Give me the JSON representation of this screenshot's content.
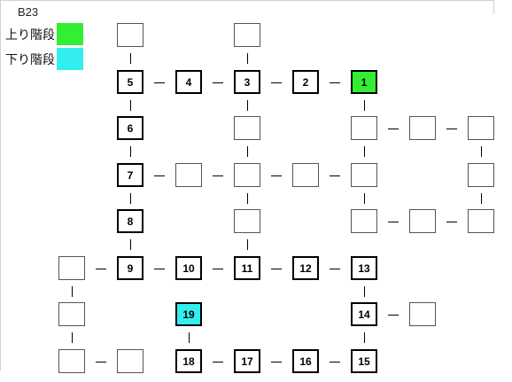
{
  "floor": "B23",
  "legend": [
    {
      "label": "上り階段",
      "color": "#33ee33"
    },
    {
      "label": "下り階段",
      "color": "#33eeee"
    }
  ],
  "colors": {
    "up": "#33ee33",
    "down": "#33eeee"
  },
  "cells": [
    {
      "id": "a",
      "col": 1,
      "row": 0,
      "label": ""
    },
    {
      "id": "b",
      "col": 3,
      "row": 0,
      "label": ""
    },
    {
      "id": "c1",
      "col": 1,
      "row": 1,
      "label": "5"
    },
    {
      "id": "c2",
      "col": 2,
      "row": 1,
      "label": "4"
    },
    {
      "id": "c3",
      "col": 3,
      "row": 1,
      "label": "3"
    },
    {
      "id": "c4",
      "col": 4,
      "row": 1,
      "label": "2"
    },
    {
      "id": "c5",
      "col": 5,
      "row": 1,
      "label": "1",
      "type": "up"
    },
    {
      "id": "d1",
      "col": 1,
      "row": 2,
      "label": "6"
    },
    {
      "id": "d2",
      "col": 3,
      "row": 2,
      "label": ""
    },
    {
      "id": "d3",
      "col": 5,
      "row": 2,
      "label": ""
    },
    {
      "id": "d4",
      "col": 6,
      "row": 2,
      "label": ""
    },
    {
      "id": "d5",
      "col": 7,
      "row": 2,
      "label": ""
    },
    {
      "id": "e1",
      "col": 1,
      "row": 3,
      "label": "7"
    },
    {
      "id": "e2",
      "col": 2,
      "row": 3,
      "label": ""
    },
    {
      "id": "e3",
      "col": 3,
      "row": 3,
      "label": ""
    },
    {
      "id": "e4",
      "col": 4,
      "row": 3,
      "label": ""
    },
    {
      "id": "e5",
      "col": 5,
      "row": 3,
      "label": ""
    },
    {
      "id": "e6",
      "col": 7,
      "row": 3,
      "label": ""
    },
    {
      "id": "f1",
      "col": 1,
      "row": 4,
      "label": "8"
    },
    {
      "id": "f2",
      "col": 3,
      "row": 4,
      "label": ""
    },
    {
      "id": "f3",
      "col": 5,
      "row": 4,
      "label": ""
    },
    {
      "id": "f4",
      "col": 6,
      "row": 4,
      "label": ""
    },
    {
      "id": "f5",
      "col": 7,
      "row": 4,
      "label": ""
    },
    {
      "id": "g0",
      "col": 0,
      "row": 5,
      "label": ""
    },
    {
      "id": "g1",
      "col": 1,
      "row": 5,
      "label": "9"
    },
    {
      "id": "g2",
      "col": 2,
      "row": 5,
      "label": "10"
    },
    {
      "id": "g3",
      "col": 3,
      "row": 5,
      "label": "11"
    },
    {
      "id": "g4",
      "col": 4,
      "row": 5,
      "label": "12"
    },
    {
      "id": "g5",
      "col": 5,
      "row": 5,
      "label": "13"
    },
    {
      "id": "h0",
      "col": 0,
      "row": 6,
      "label": ""
    },
    {
      "id": "h2",
      "col": 2,
      "row": 6,
      "label": "19",
      "type": "down"
    },
    {
      "id": "h5",
      "col": 5,
      "row": 6,
      "label": "14"
    },
    {
      "id": "h6",
      "col": 6,
      "row": 6,
      "label": ""
    },
    {
      "id": "i0",
      "col": 0,
      "row": 7,
      "label": ""
    },
    {
      "id": "i1",
      "col": 1,
      "row": 7,
      "label": ""
    },
    {
      "id": "i2",
      "col": 2,
      "row": 7,
      "label": "18"
    },
    {
      "id": "i3",
      "col": 3,
      "row": 7,
      "label": "17"
    },
    {
      "id": "i4",
      "col": 4,
      "row": 7,
      "label": "16"
    },
    {
      "id": "i5",
      "col": 5,
      "row": 7,
      "label": "15"
    }
  ],
  "links": [
    [
      "a",
      "c1"
    ],
    [
      "b",
      "c3"
    ],
    [
      "c1",
      "c2"
    ],
    [
      "c2",
      "c3"
    ],
    [
      "c3",
      "c4"
    ],
    [
      "c4",
      "c5"
    ],
    [
      "c1",
      "d1"
    ],
    [
      "c3",
      "d2"
    ],
    [
      "c5",
      "d3"
    ],
    [
      "d3",
      "d4"
    ],
    [
      "d4",
      "d5"
    ],
    [
      "d1",
      "e1"
    ],
    [
      "d2",
      "e3"
    ],
    [
      "d3",
      "e5"
    ],
    [
      "d5",
      "e6"
    ],
    [
      "e1",
      "e2"
    ],
    [
      "e2",
      "e3"
    ],
    [
      "e3",
      "e4"
    ],
    [
      "e4",
      "e5"
    ],
    [
      "e1",
      "f1"
    ],
    [
      "e3",
      "f2"
    ],
    [
      "e5",
      "f3"
    ],
    [
      "e6",
      "f5"
    ],
    [
      "f3",
      "f4"
    ],
    [
      "f4",
      "f5"
    ],
    [
      "f1",
      "g1"
    ],
    [
      "f2",
      "g3"
    ],
    [
      "g0",
      "g1"
    ],
    [
      "g1",
      "g2"
    ],
    [
      "g2",
      "g3"
    ],
    [
      "g3",
      "g4"
    ],
    [
      "g4",
      "g5"
    ],
    [
      "g0",
      "h0"
    ],
    [
      "g5",
      "h5"
    ],
    [
      "h5",
      "h6"
    ],
    [
      "h0",
      "i0"
    ],
    [
      "h2",
      "i2"
    ],
    [
      "h5",
      "i5"
    ],
    [
      "i0",
      "i1"
    ],
    [
      "i2",
      "i3"
    ],
    [
      "i3",
      "i4"
    ],
    [
      "i4",
      "i5"
    ]
  ]
}
